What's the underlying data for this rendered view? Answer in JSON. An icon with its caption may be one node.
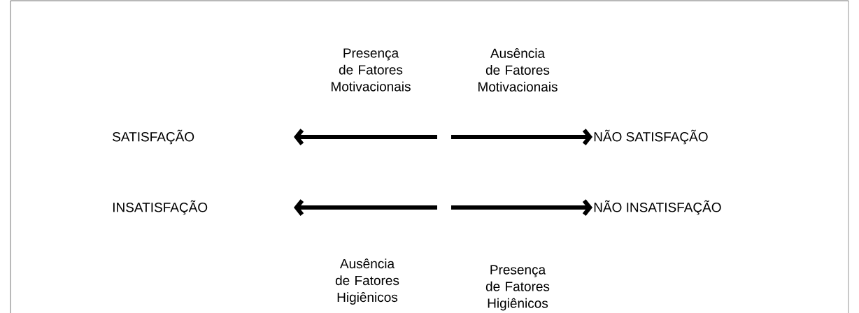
{
  "diagram": {
    "nodes": [
      {
        "text": [
          "SATISFAÇÃO"
        ]
      },
      {
        "text": [
          "NÃO SATISFAÇÃO"
        ]
      },
      {
        "text": [
          "INSATISFAÇÃO"
        ]
      },
      {
        "text": [
          "NÃO INSATISFAÇÃO"
        ]
      }
    ],
    "edges": [
      {
        "from": null,
        "to": 1,
        "arrow": "to"
      },
      {
        "from": null,
        "to": 3,
        "arrow": "to"
      }
    ],
    "labels": [
      "Presença de Fatores Motivacionais",
      "Ausência de Fatores Motivacionais",
      "Ausência de Fatores Higiênicos",
      "Presença de Fatores Higiênicos"
    ]
  }
}
